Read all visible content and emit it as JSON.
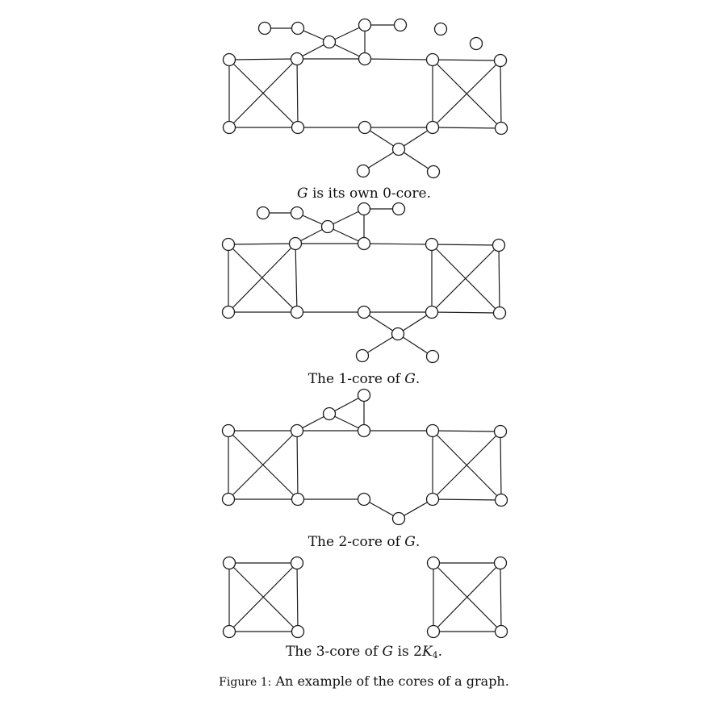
{
  "panels": [
    {
      "caption_var": "G",
      "caption_text": " is its own 0-core.",
      "nodes": [
        "a1",
        "a2",
        "b",
        "c",
        "d",
        "e",
        "f",
        "i1",
        "i2",
        "A1",
        "A2",
        "A3",
        "A4",
        "B1",
        "B2",
        "B3",
        "B4",
        "m1",
        "m2",
        "m3",
        "m4",
        "m5"
      ],
      "edges": [
        [
          "a1",
          "a2"
        ],
        [
          "a2",
          "b"
        ],
        [
          "b",
          "c"
        ],
        [
          "b",
          "d"
        ],
        [
          "c",
          "d"
        ],
        [
          "c",
          "e"
        ],
        [
          "b",
          "A2"
        ],
        [
          "A1",
          "A2"
        ],
        [
          "A1",
          "A3"
        ],
        [
          "A1",
          "A4"
        ],
        [
          "A2",
          "A3"
        ],
        [
          "A2",
          "A4"
        ],
        [
          "A3",
          "A4"
        ],
        [
          "A2",
          "d"
        ],
        [
          "d",
          "B1"
        ],
        [
          "B1",
          "B2"
        ],
        [
          "B1",
          "B3"
        ],
        [
          "B1",
          "B4"
        ],
        [
          "B2",
          "B3"
        ],
        [
          "B2",
          "B4"
        ],
        [
          "B3",
          "B4"
        ],
        [
          "A4",
          "m1"
        ],
        [
          "m1",
          "B3"
        ],
        [
          "m1",
          "m2"
        ],
        [
          "B3",
          "m2"
        ],
        [
          "m2",
          "m3"
        ],
        [
          "m2",
          "m4"
        ]
      ]
    },
    {
      "caption_prefix": "The 1-core of ",
      "caption_var": "G",
      "caption_suffix": ".",
      "nodes": [
        "a1",
        "a2",
        "b",
        "c",
        "d",
        "e",
        "A1",
        "A2",
        "A3",
        "A4",
        "B1",
        "B2",
        "B3",
        "B4",
        "m1",
        "m2",
        "m3",
        "m4"
      ],
      "edges": [
        [
          "a1",
          "a2"
        ],
        [
          "a2",
          "b"
        ],
        [
          "b",
          "c"
        ],
        [
          "b",
          "d"
        ],
        [
          "c",
          "d"
        ],
        [
          "c",
          "e"
        ],
        [
          "b",
          "A2"
        ],
        [
          "A1",
          "A2"
        ],
        [
          "A1",
          "A3"
        ],
        [
          "A1",
          "A4"
        ],
        [
          "A2",
          "A3"
        ],
        [
          "A2",
          "A4"
        ],
        [
          "A3",
          "A4"
        ],
        [
          "A2",
          "d"
        ],
        [
          "d",
          "B1"
        ],
        [
          "B1",
          "B2"
        ],
        [
          "B1",
          "B3"
        ],
        [
          "B1",
          "B4"
        ],
        [
          "B2",
          "B3"
        ],
        [
          "B2",
          "B4"
        ],
        [
          "B3",
          "B4"
        ],
        [
          "A4",
          "m1"
        ],
        [
          "m1",
          "B3"
        ],
        [
          "m1",
          "m2"
        ],
        [
          "B3",
          "m2"
        ],
        [
          "m2",
          "m3"
        ],
        [
          "m2",
          "m4"
        ]
      ]
    },
    {
      "caption_prefix": "The 2-core of ",
      "caption_var": "G",
      "caption_suffix": ".",
      "nodes": [
        "b",
        "c",
        "d",
        "A1",
        "A2",
        "A3",
        "A4",
        "B1",
        "B2",
        "B3",
        "B4",
        "m1",
        "m2"
      ],
      "edges": [
        [
          "b",
          "c"
        ],
        [
          "b",
          "d"
        ],
        [
          "c",
          "d"
        ],
        [
          "b",
          "A2"
        ],
        [
          "A1",
          "A2"
        ],
        [
          "A1",
          "A3"
        ],
        [
          "A1",
          "A4"
        ],
        [
          "A2",
          "A3"
        ],
        [
          "A2",
          "A4"
        ],
        [
          "A3",
          "A4"
        ],
        [
          "A2",
          "d"
        ],
        [
          "d",
          "B1"
        ],
        [
          "B1",
          "B2"
        ],
        [
          "B1",
          "B3"
        ],
        [
          "B1",
          "B4"
        ],
        [
          "B2",
          "B3"
        ],
        [
          "B2",
          "B4"
        ],
        [
          "B3",
          "B4"
        ],
        [
          "A4",
          "m1"
        ],
        [
          "m1",
          "m2"
        ],
        [
          "B3",
          "m2"
        ]
      ]
    },
    {
      "caption_prefix": "The 3-core of ",
      "caption_var": "G",
      "caption_mid": " is 2",
      "caption_var2": "K",
      "caption_sub": "4",
      "caption_suffix": ".",
      "nodes": [
        "A1",
        "A2",
        "A3",
        "A4",
        "B1",
        "B2",
        "B3",
        "B4"
      ],
      "edges": [
        [
          "A1",
          "A2"
        ],
        [
          "A1",
          "A3"
        ],
        [
          "A1",
          "A4"
        ],
        [
          "A2",
          "A3"
        ],
        [
          "A2",
          "A4"
        ],
        [
          "A3",
          "A4"
        ],
        [
          "B1",
          "B2"
        ],
        [
          "B1",
          "B3"
        ],
        [
          "B1",
          "B4"
        ],
        [
          "B2",
          "B3"
        ],
        [
          "B2",
          "B4"
        ],
        [
          "B3",
          "B4"
        ]
      ]
    }
  ],
  "figure_caption": {
    "label": "Figure 1:",
    "text": " An example of the cores of a graph."
  }
}
